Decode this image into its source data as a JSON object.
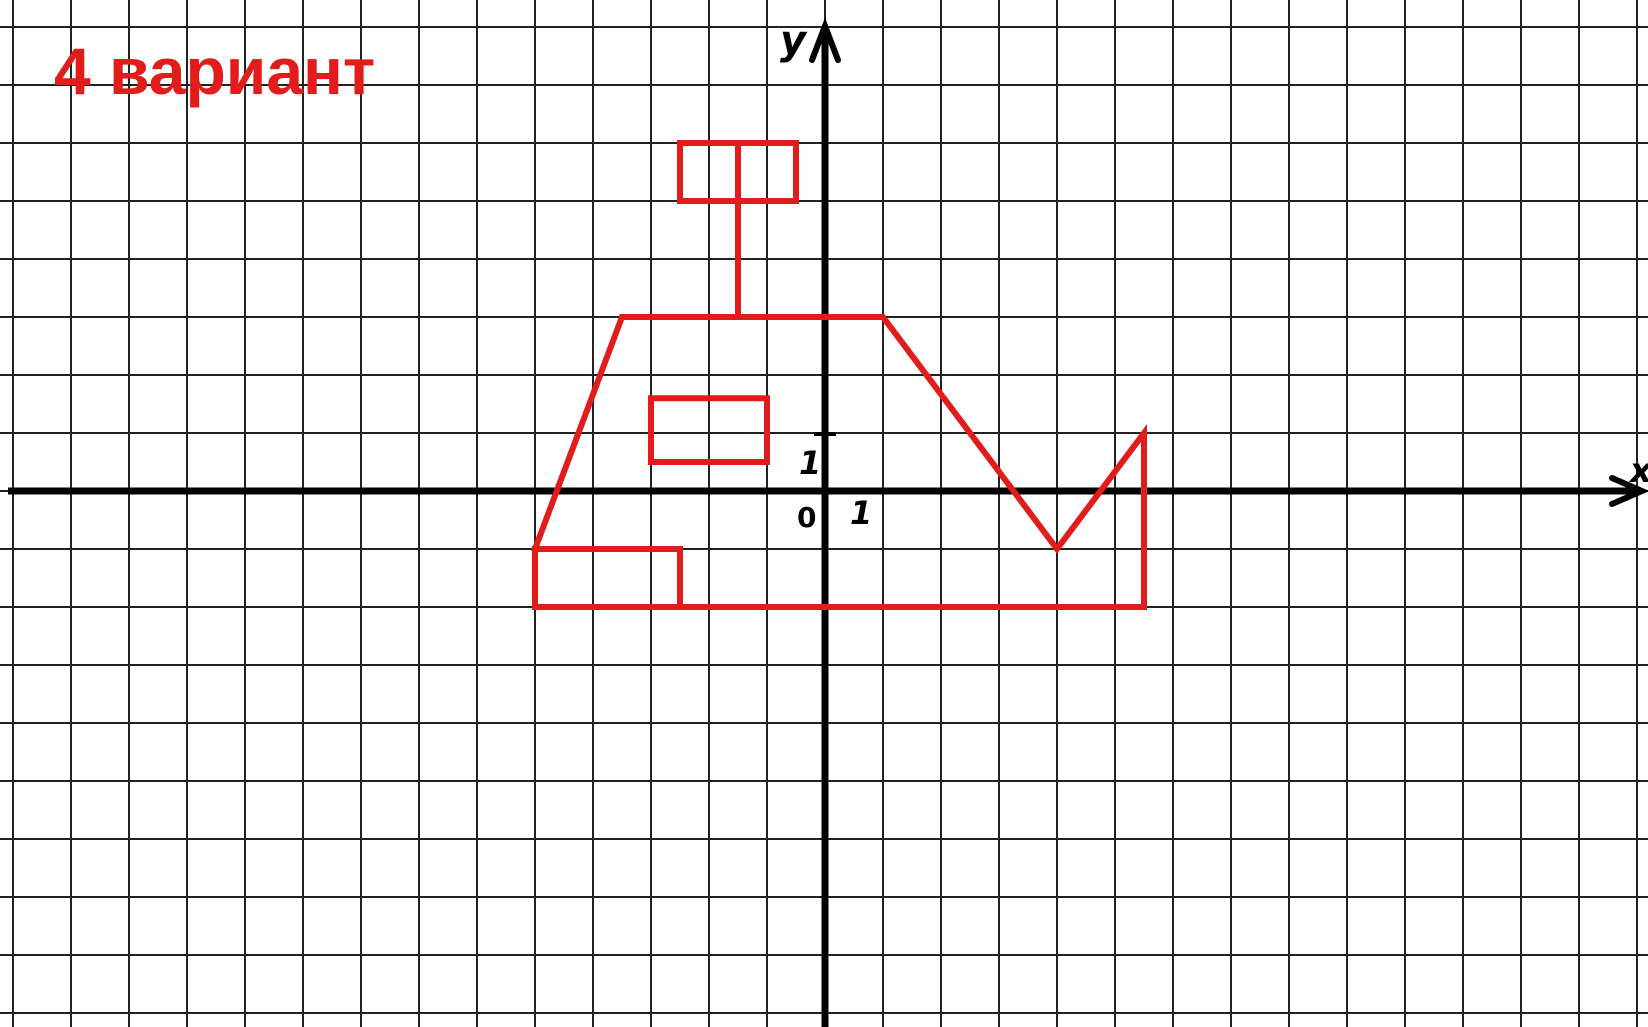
{
  "title": "4 вариант",
  "axes": {
    "x_label": "x",
    "y_label": "y",
    "origin_label": "0",
    "x_unit_label": "1",
    "y_unit_label": "1"
  },
  "colors": {
    "figure": "#e21b1b",
    "title": "#e21b1b",
    "grid": "#222222",
    "axes": "#000000",
    "background": "#ffffff"
  },
  "figure_segments": [
    {
      "name": "outline",
      "points": [
        [
          -5,
          -1
        ],
        [
          -3.5,
          3
        ],
        [
          1,
          3
        ],
        [
          4,
          -1
        ],
        [
          5.5,
          1
        ],
        [
          5.5,
          -2
        ],
        [
          -5,
          -2
        ],
        [
          -5,
          -1
        ],
        [
          -2.5,
          -1
        ],
        [
          -2.5,
          -2
        ]
      ]
    },
    {
      "name": "mast",
      "points": [
        [
          -1.5,
          3
        ],
        [
          -1.5,
          5
        ]
      ]
    },
    {
      "name": "flag",
      "points": [
        [
          -2.5,
          5
        ],
        [
          -0.5,
          5
        ],
        [
          -0.5,
          6
        ],
        [
          -2.5,
          6
        ],
        [
          -2.5,
          5
        ]
      ]
    },
    {
      "name": "flag-divider",
      "points": [
        [
          -1.5,
          5
        ],
        [
          -1.5,
          6
        ]
      ]
    },
    {
      "name": "window",
      "points": [
        [
          -3,
          0.5
        ],
        [
          -1,
          0.5
        ],
        [
          -1,
          1.6
        ],
        [
          -3,
          1.6
        ],
        [
          -3,
          0.5
        ]
      ]
    }
  ]
}
